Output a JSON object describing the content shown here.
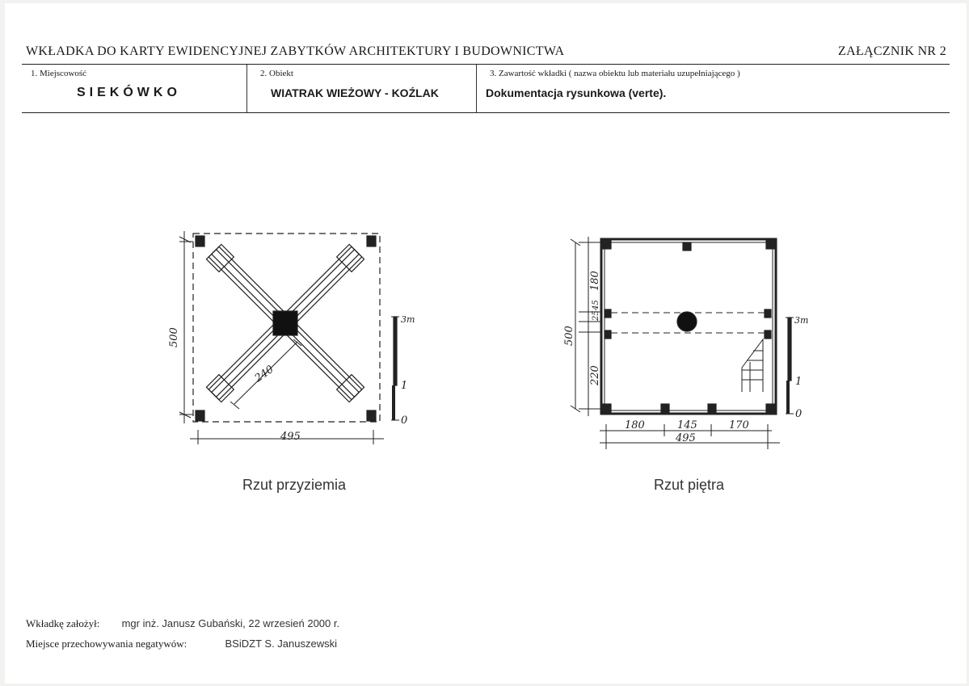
{
  "header": {
    "title": "WKŁADKA DO KARTY EWIDENCYJNEJ ZABYTKÓW ARCHITEKTURY I BUDOWNICTWA",
    "annex": "ZAŁĄCZNIK NR   2"
  },
  "fields": {
    "locality": {
      "label": "1. Miejscowość",
      "value": "SIEKÓWKO"
    },
    "object": {
      "label": "2. Obiekt",
      "value": "WIATRAK WIEŻOWY - KOŹLAK"
    },
    "contents": {
      "label": "3. Zawartość wkładki ( nazwa obiektu lub materiału uzupełniającego )",
      "value": "Dokumentacja rysunkowa (verte)."
    }
  },
  "drawings": {
    "ground_floor": {
      "caption": "Rzut przyziemia",
      "dim_width": "495",
      "dim_height": "500",
      "dim_beam": "240",
      "scale_top": "3m",
      "scale_mid": "1",
      "scale_zero": "0"
    },
    "upper_floor": {
      "caption": "Rzut piętra",
      "dim_height_total": "500",
      "dim_top": "180",
      "dim_mid_a": "25",
      "dim_mid_b": "45",
      "dim_bottom": "220",
      "dim_left": "180",
      "dim_center": "145",
      "dim_right": "170",
      "dim_width": "495",
      "scale_top": "3m",
      "scale_mid": "1",
      "scale_zero": "0"
    }
  },
  "footer": {
    "author_label": "Wkładkę założył:",
    "author_value": "mgr inż. Janusz Gubański, 22 wrzesień 2000 r.",
    "negatives_label": "Miejsce przechowywania negatywów:",
    "negatives_value": "BSiDZT S. Januszewski"
  }
}
